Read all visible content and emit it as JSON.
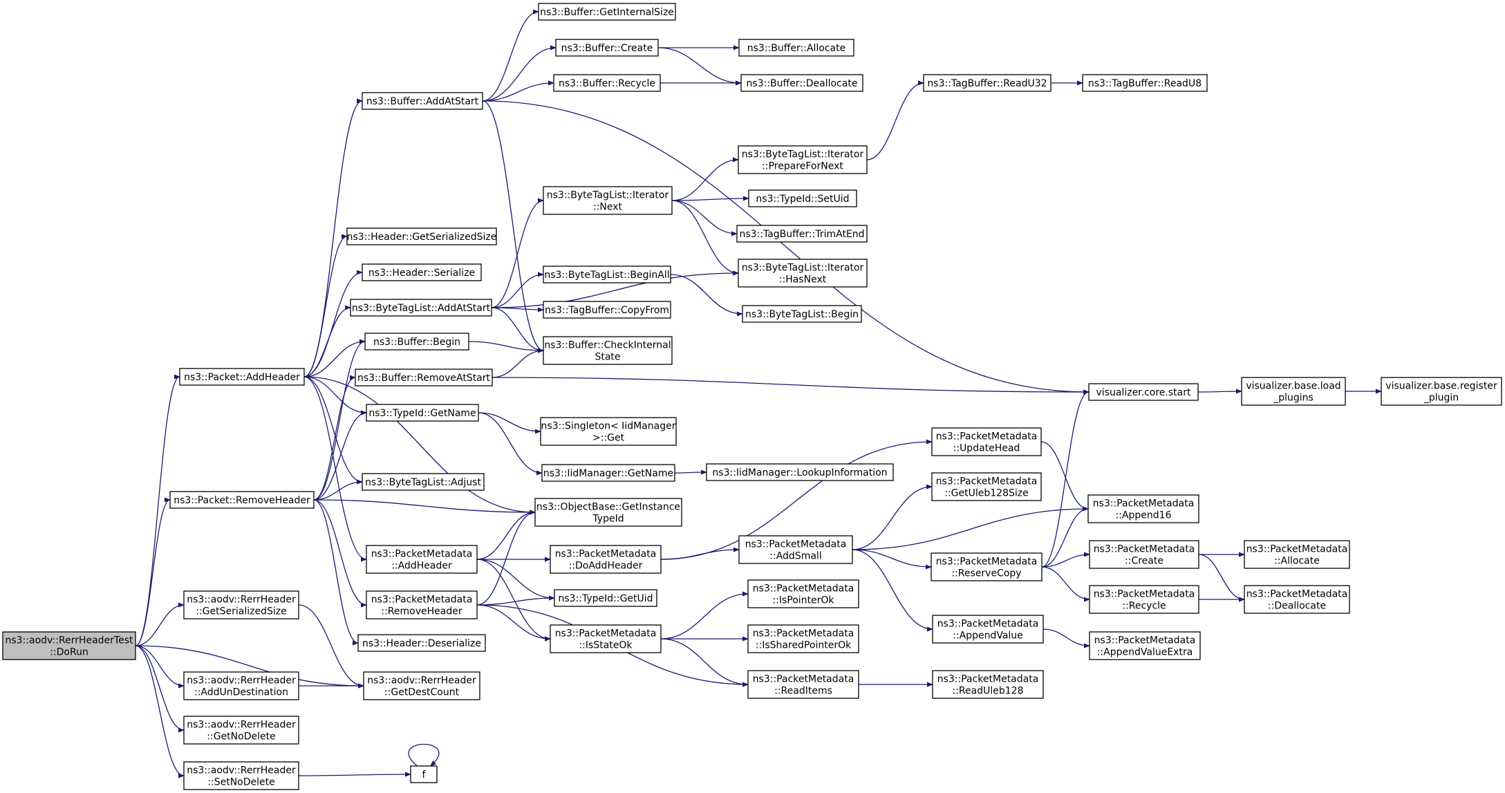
{
  "colors": {
    "edge": "#191970",
    "node_border": "#000000",
    "root_fill": "#bfbfbf",
    "node_fill": "#ffffff",
    "background": "#ffffff"
  },
  "nodes": [
    {
      "id": "dorun",
      "lines": [
        "ns3::aodv::RerrHeaderTest",
        "::DoRun"
      ],
      "root": true
    },
    {
      "id": "addheader",
      "lines": [
        "ns3::Packet::AddHeader"
      ]
    },
    {
      "id": "removeheader",
      "lines": [
        "ns3::Packet::RemoveHeader"
      ]
    },
    {
      "id": "getserializedsize_rerr",
      "lines": [
        "ns3::aodv::RerrHeader",
        "::GetSerializedSize"
      ]
    },
    {
      "id": "addundest",
      "lines": [
        "ns3::aodv::RerrHeader",
        "::AddUnDestination"
      ]
    },
    {
      "id": "getnodelete",
      "lines": [
        "ns3::aodv::RerrHeader",
        "::GetNoDelete"
      ]
    },
    {
      "id": "setnodelete",
      "lines": [
        "ns3::aodv::RerrHeader",
        "::SetNoDelete"
      ]
    },
    {
      "id": "buffer_addatstart",
      "lines": [
        "ns3::Buffer::AddAtStart"
      ]
    },
    {
      "id": "header_getsersize",
      "lines": [
        "ns3::Header::GetSerializedSize"
      ]
    },
    {
      "id": "header_serialize",
      "lines": [
        "ns3::Header::Serialize"
      ]
    },
    {
      "id": "btl_addatstart",
      "lines": [
        "ns3::ByteTagList::AddAtStart"
      ]
    },
    {
      "id": "buffer_begin",
      "lines": [
        "ns3::Buffer::Begin"
      ]
    },
    {
      "id": "buffer_removeatstart",
      "lines": [
        "ns3::Buffer::RemoveAtStart"
      ]
    },
    {
      "id": "typeid_getname",
      "lines": [
        "ns3::TypeId::GetName"
      ]
    },
    {
      "id": "btl_adjust",
      "lines": [
        "ns3::ByteTagList::Adjust"
      ]
    },
    {
      "id": "pm_addheader",
      "lines": [
        "ns3::PacketMetadata",
        "::AddHeader"
      ]
    },
    {
      "id": "pm_removeheader",
      "lines": [
        "ns3::PacketMetadata",
        "::RemoveHeader"
      ]
    },
    {
      "id": "header_deserialize",
      "lines": [
        "ns3::Header::Deserialize"
      ]
    },
    {
      "id": "getdestcount",
      "lines": [
        "ns3::aodv::RerrHeader",
        "::GetDestCount"
      ]
    },
    {
      "id": "f",
      "lines": [
        "f"
      ]
    },
    {
      "id": "buffer_getinternalsize",
      "lines": [
        "ns3::Buffer::GetInternalSize"
      ]
    },
    {
      "id": "buffer_create",
      "lines": [
        "ns3::Buffer::Create"
      ]
    },
    {
      "id": "buffer_recycle",
      "lines": [
        "ns3::Buffer::Recycle"
      ]
    },
    {
      "id": "btl_it_next",
      "lines": [
        "ns3::ByteTagList::Iterator",
        "::Next"
      ]
    },
    {
      "id": "btl_beginall",
      "lines": [
        "ns3::ByteTagList::BeginAll"
      ]
    },
    {
      "id": "tb_copyfrom",
      "lines": [
        "ns3::TagBuffer::CopyFrom"
      ]
    },
    {
      "id": "buffer_checkinternal",
      "lines": [
        "ns3::Buffer::CheckInternal",
        "State"
      ]
    },
    {
      "id": "singleton_get",
      "lines": [
        "ns3::Singleton< IidManager",
        " >::Get"
      ]
    },
    {
      "id": "iid_getname",
      "lines": [
        "ns3::IidManager::GetName"
      ]
    },
    {
      "id": "objectbase_gitid",
      "lines": [
        "ns3::ObjectBase::GetInstance",
        "TypeId"
      ]
    },
    {
      "id": "pm_doaddheader",
      "lines": [
        "ns3::PacketMetadata",
        "::DoAddHeader"
      ]
    },
    {
      "id": "typeid_getuid",
      "lines": [
        "ns3::TypeId::GetUid"
      ]
    },
    {
      "id": "pm_isstateok",
      "lines": [
        "ns3::PacketMetadata",
        "::IsStateOk"
      ]
    },
    {
      "id": "buffer_allocate",
      "lines": [
        "ns3::Buffer::Allocate"
      ]
    },
    {
      "id": "buffer_deallocate",
      "lines": [
        "ns3::Buffer::Deallocate"
      ]
    },
    {
      "id": "btl_it_preparefornext",
      "lines": [
        "ns3::ByteTagList::Iterator",
        "::PrepareForNext"
      ]
    },
    {
      "id": "typeid_setuid",
      "lines": [
        "ns3::TypeId::SetUid"
      ]
    },
    {
      "id": "tb_trimatend",
      "lines": [
        "ns3::TagBuffer::TrimAtEnd"
      ]
    },
    {
      "id": "btl_it_hasnext",
      "lines": [
        "ns3::ByteTagList::Iterator",
        "::HasNext"
      ]
    },
    {
      "id": "btl_begin",
      "lines": [
        "ns3::ByteTagList::Begin"
      ]
    },
    {
      "id": "iid_lookupinfo",
      "lines": [
        "ns3::IidManager::LookupInformation"
      ]
    },
    {
      "id": "pm_addsmall",
      "lines": [
        "ns3::PacketMetadata",
        "::AddSmall"
      ]
    },
    {
      "id": "pm_ispointerok",
      "lines": [
        "ns3::PacketMetadata",
        "::IsPointerOk"
      ]
    },
    {
      "id": "pm_issharedpointerok",
      "lines": [
        "ns3::PacketMetadata",
        "::IsSharedPointerOk"
      ]
    },
    {
      "id": "pm_readitems",
      "lines": [
        "ns3::PacketMetadata",
        "::ReadItems"
      ]
    },
    {
      "id": "tb_readu32",
      "lines": [
        "ns3::TagBuffer::ReadU32"
      ]
    },
    {
      "id": "vis_core_start",
      "lines": [
        "visualizer.core.start"
      ]
    },
    {
      "id": "pm_updatehead",
      "lines": [
        "ns3::PacketMetadata",
        "::UpdateHead"
      ]
    },
    {
      "id": "pm_getuleb128size",
      "lines": [
        "ns3::PacketMetadata",
        "::GetUleb128Size"
      ]
    },
    {
      "id": "pm_reservecopy",
      "lines": [
        "ns3::PacketMetadata",
        "::ReserveCopy"
      ]
    },
    {
      "id": "pm_appendvalue",
      "lines": [
        "ns3::PacketMetadata",
        "::AppendValue"
      ]
    },
    {
      "id": "pm_readuleb128",
      "lines": [
        "ns3::PacketMetadata",
        "::ReadUleb128"
      ]
    },
    {
      "id": "tb_readu8",
      "lines": [
        "ns3::TagBuffer::ReadU8"
      ]
    },
    {
      "id": "vis_base_load",
      "lines": [
        "visualizer.base.load",
        "_plugins"
      ]
    },
    {
      "id": "pm_append16",
      "lines": [
        "ns3::PacketMetadata",
        "::Append16"
      ]
    },
    {
      "id": "pm_create",
      "lines": [
        "ns3::PacketMetadata",
        "::Create"
      ]
    },
    {
      "id": "pm_recycle",
      "lines": [
        "ns3::PacketMetadata",
        "::Recycle"
      ]
    },
    {
      "id": "pm_appendvalueextra",
      "lines": [
        "ns3::PacketMetadata",
        "::AppendValueExtra"
      ]
    },
    {
      "id": "vis_base_register",
      "lines": [
        "visualizer.base.register",
        "_plugin"
      ]
    },
    {
      "id": "pm_allocate",
      "lines": [
        "ns3::PacketMetadata",
        "::Allocate"
      ]
    },
    {
      "id": "pm_deallocate",
      "lines": [
        "ns3::PacketMetadata",
        "::Deallocate"
      ]
    }
  ],
  "edges": [
    [
      "dorun",
      "addheader"
    ],
    [
      "dorun",
      "removeheader"
    ],
    [
      "dorun",
      "getserializedsize_rerr"
    ],
    [
      "dorun",
      "getdestcount"
    ],
    [
      "dorun",
      "addundest"
    ],
    [
      "dorun",
      "getnodelete"
    ],
    [
      "dorun",
      "setnodelete"
    ],
    [
      "addheader",
      "buffer_addatstart"
    ],
    [
      "addheader",
      "header_getsersize"
    ],
    [
      "addheader",
      "header_serialize"
    ],
    [
      "addheader",
      "btl_addatstart"
    ],
    [
      "addheader",
      "buffer_begin"
    ],
    [
      "addheader",
      "typeid_getname"
    ],
    [
      "addheader",
      "btl_adjust"
    ],
    [
      "addheader",
      "objectbase_gitid"
    ],
    [
      "addheader",
      "pm_addheader"
    ],
    [
      "removeheader",
      "buffer_begin"
    ],
    [
      "removeheader",
      "buffer_removeatstart"
    ],
    [
      "removeheader",
      "typeid_getname"
    ],
    [
      "removeheader",
      "btl_adjust"
    ],
    [
      "removeheader",
      "objectbase_gitid"
    ],
    [
      "removeheader",
      "pm_removeheader"
    ],
    [
      "removeheader",
      "header_deserialize"
    ],
    [
      "getserializedsize_rerr",
      "getdestcount"
    ],
    [
      "addundest",
      "getdestcount"
    ],
    [
      "setnodelete",
      "f"
    ],
    [
      "f",
      "f"
    ],
    [
      "buffer_addatstart",
      "buffer_getinternalsize"
    ],
    [
      "buffer_addatstart",
      "buffer_create"
    ],
    [
      "buffer_addatstart",
      "buffer_recycle"
    ],
    [
      "buffer_addatstart",
      "buffer_checkinternal"
    ],
    [
      "buffer_addatstart",
      "vis_core_start"
    ],
    [
      "buffer_create",
      "buffer_allocate"
    ],
    [
      "buffer_create",
      "buffer_deallocate"
    ],
    [
      "buffer_recycle",
      "buffer_deallocate"
    ],
    [
      "btl_addatstart",
      "btl_it_next"
    ],
    [
      "btl_addatstart",
      "btl_it_hasnext"
    ],
    [
      "btl_addatstart",
      "btl_beginall"
    ],
    [
      "btl_addatstart",
      "tb_copyfrom"
    ],
    [
      "btl_addatstart",
      "buffer_checkinternal"
    ],
    [
      "buffer_begin",
      "buffer_checkinternal"
    ],
    [
      "buffer_removeatstart",
      "buffer_checkinternal"
    ],
    [
      "buffer_removeatstart",
      "vis_core_start"
    ],
    [
      "typeid_getname",
      "singleton_get"
    ],
    [
      "typeid_getname",
      "iid_getname"
    ],
    [
      "pm_addheader",
      "objectbase_gitid"
    ],
    [
      "pm_addheader",
      "pm_doaddheader"
    ],
    [
      "pm_addheader",
      "typeid_getuid"
    ],
    [
      "pm_addheader",
      "pm_isstateok"
    ],
    [
      "pm_removeheader",
      "objectbase_gitid"
    ],
    [
      "pm_removeheader",
      "typeid_getuid"
    ],
    [
      "pm_removeheader",
      "pm_isstateok"
    ],
    [
      "pm_removeheader",
      "pm_readitems"
    ],
    [
      "btl_it_next",
      "btl_it_preparefornext"
    ],
    [
      "btl_it_next",
      "typeid_setuid"
    ],
    [
      "btl_it_next",
      "tb_trimatend"
    ],
    [
      "btl_it_next",
      "btl_it_hasnext"
    ],
    [
      "btl_beginall",
      "btl_begin"
    ],
    [
      "iid_getname",
      "iid_lookupinfo"
    ],
    [
      "pm_doaddheader",
      "pm_updatehead"
    ],
    [
      "pm_doaddheader",
      "pm_addsmall"
    ],
    [
      "pm_isstateok",
      "pm_ispointerok"
    ],
    [
      "pm_isstateok",
      "pm_issharedpointerok"
    ],
    [
      "pm_isstateok",
      "pm_readitems"
    ],
    [
      "btl_it_preparefornext",
      "tb_readu32"
    ],
    [
      "tb_readu32",
      "tb_readu8"
    ],
    [
      "vis_core_start",
      "vis_base_load"
    ],
    [
      "vis_base_load",
      "vis_base_register"
    ],
    [
      "pm_updatehead",
      "pm_append16"
    ],
    [
      "pm_addsmall",
      "pm_getuleb128size"
    ],
    [
      "pm_addsmall",
      "pm_append16"
    ],
    [
      "pm_addsmall",
      "pm_reservecopy"
    ],
    [
      "pm_addsmall",
      "pm_appendvalue"
    ],
    [
      "pm_reservecopy",
      "vis_core_start"
    ],
    [
      "pm_reservecopy",
      "pm_append16"
    ],
    [
      "pm_reservecopy",
      "pm_create"
    ],
    [
      "pm_reservecopy",
      "pm_recycle"
    ],
    [
      "pm_create",
      "pm_allocate"
    ],
    [
      "pm_create",
      "pm_deallocate"
    ],
    [
      "pm_recycle",
      "pm_deallocate"
    ],
    [
      "pm_appendvalue",
      "pm_appendvalueextra"
    ],
    [
      "pm_readitems",
      "pm_readuleb128"
    ]
  ]
}
